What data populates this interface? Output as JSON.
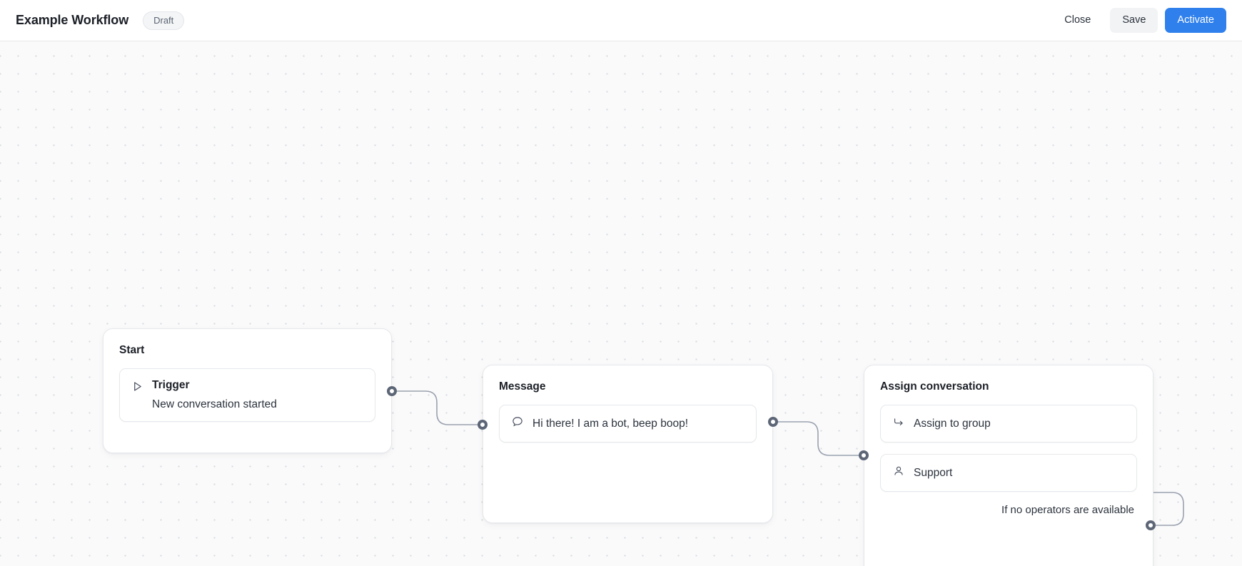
{
  "header": {
    "title": "Example Workflow",
    "status_badge": "Draft",
    "buttons": [
      {
        "label": "Close",
        "style": "ghost",
        "name": "close-button"
      },
      {
        "label": "Save",
        "style": "secondary",
        "name": "save-button"
      },
      {
        "label": "Activate",
        "style": "primary",
        "name": "activate-button"
      }
    ],
    "accent_color": "#2f80ed"
  },
  "canvas": {
    "background_color": "#fafafb",
    "dot_color": "#d7d9de",
    "edge_color": "#9aa1ae",
    "handle_color": "#5d6676"
  },
  "nodes": {
    "start": {
      "title": "Start",
      "trigger_label": "Trigger",
      "trigger_value": "New conversation started",
      "trigger_icon": "play-triangle-icon"
    },
    "message": {
      "title": "Message",
      "text": "Hi there! I am a bot, beep boop!",
      "text_icon": "speech-bubble-icon"
    },
    "assign": {
      "title": "Assign conversation",
      "action_label": "Assign to group",
      "action_icon": "arrow-turn-icon",
      "group_label": "Support",
      "group_icon": "person-icon",
      "fallback_label": "If no operators are available"
    }
  }
}
